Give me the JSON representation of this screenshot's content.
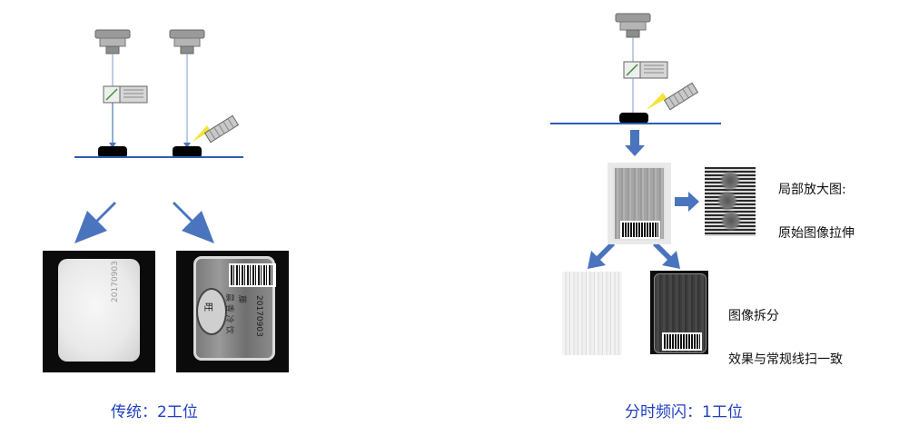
{
  "captions": {
    "traditional": "传统：2工位",
    "time_share": "分时频闪：1工位"
  },
  "labels": {
    "zoom_title": "局部放大图:",
    "zoom_desc": "原始图像拉伸",
    "split_title": "图像拆分",
    "split_desc": "效果与常规线扫一致"
  },
  "photo_text": {
    "white_card_code": "20170903",
    "label_card_code": "20170903",
    "label_card_brand": "旺",
    "label_card_line1": "晨 香 冷 饮",
    "label_card_line2": "藤"
  },
  "colors": {
    "arrow_blue": "#4a74bd",
    "conveyor_blue": "#2f5db0",
    "caption_blue": "#1f3fbf",
    "light_yellow": "#f5e200"
  }
}
